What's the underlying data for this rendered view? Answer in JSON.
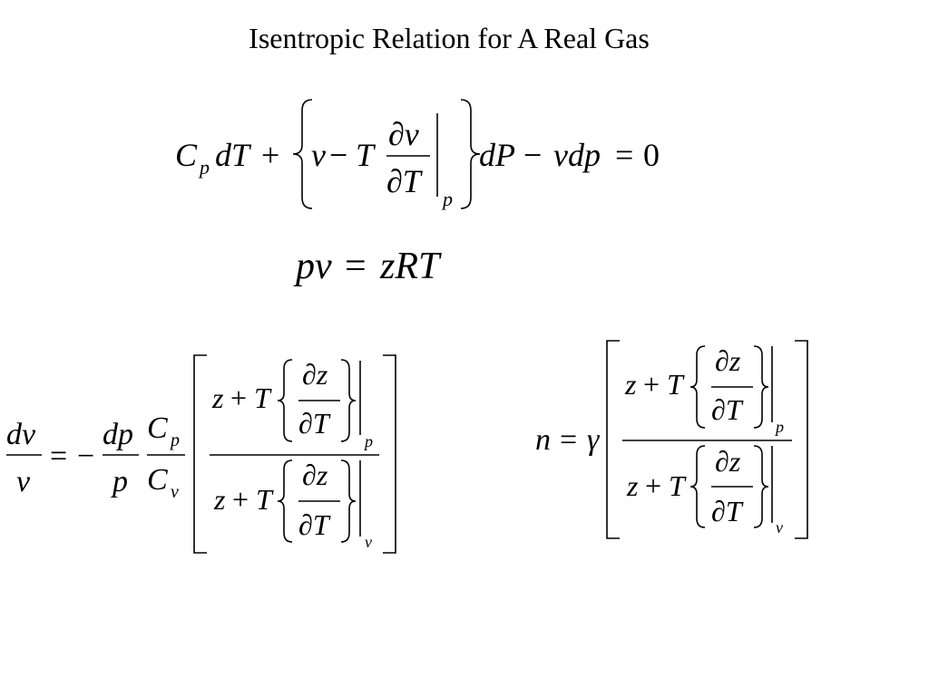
{
  "slide": {
    "title": "Isentropic Relation for A Real Gas"
  },
  "eq1": {
    "C": "C",
    "p_sub": "p",
    "dT": "dT",
    "plus": "+",
    "v": "v",
    "minus1": "−",
    "T": "T",
    "partial_v": "∂v",
    "partial_T": "∂T",
    "eval_p": "p",
    "dP": "dP",
    "minus2": "−",
    "vdp": "vdp",
    "eq": "=",
    "zero": "0"
  },
  "eq2": {
    "lhs": "pv",
    "eq": "=",
    "rhs": "zRT"
  },
  "eq3": {
    "dv": "dv",
    "v": "v",
    "eq": "=",
    "minus": "−",
    "dp": "dp",
    "p": "p",
    "C": "C",
    "Cp_sub": "p",
    "Cv_sub": "v",
    "z": "z",
    "plus": "+",
    "T": "T",
    "partial_z": "∂z",
    "partial_T": "∂T",
    "eval_p": "p",
    "eval_v": "v"
  },
  "eq4": {
    "n": "n",
    "eq": "=",
    "gamma": "γ",
    "z": "z",
    "plus": "+",
    "T": "T",
    "partial_z": "∂z",
    "partial_T": "∂T",
    "eval_p": "p",
    "eval_v": "v"
  }
}
